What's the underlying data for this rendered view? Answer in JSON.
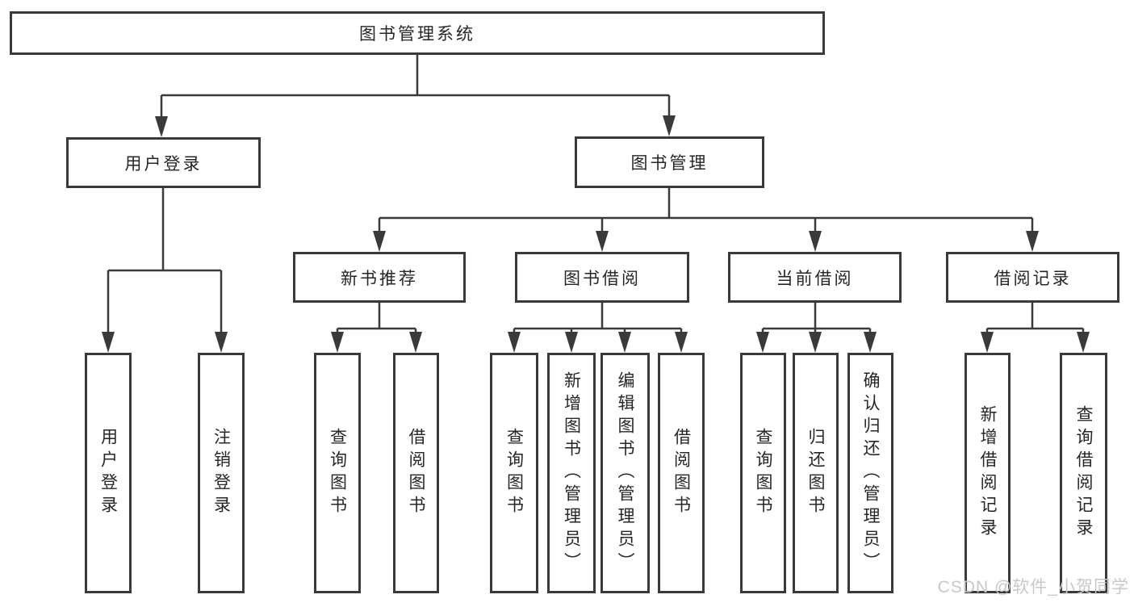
{
  "diagram": {
    "title": "图书管理系统",
    "nodes": {
      "root": {
        "label": "图书管理系统"
      },
      "user_login": {
        "label": "用户登录"
      },
      "book_mgmt": {
        "label": "图书管理"
      },
      "new_book_rec": {
        "label": "新书推荐"
      },
      "book_borrow": {
        "label": "图书借阅"
      },
      "current_borrow": {
        "label": "当前借阅"
      },
      "borrow_records": {
        "label": "借阅记录"
      },
      "leaf_user_login": {
        "label": "用户登录"
      },
      "leaf_logout": {
        "label": "注销登录"
      },
      "leaf_nbr_query_books": {
        "label": "查询图书"
      },
      "leaf_nbr_borrow_books": {
        "label": "借阅图书"
      },
      "leaf_bb_query_books": {
        "label": "查询图书"
      },
      "leaf_bb_add_books_admin": {
        "label": "新增图书（管理员）"
      },
      "leaf_bb_edit_books_admin": {
        "label": "编辑图书（管理员）"
      },
      "leaf_bb_borrow_books": {
        "label": "借阅图书"
      },
      "leaf_cb_query_books": {
        "label": "查询图书"
      },
      "leaf_cb_return_books": {
        "label": "归还图书"
      },
      "leaf_cb_confirm_return_admin": {
        "label": "确认归还（管理员）"
      },
      "leaf_br_add_record": {
        "label": "新增借阅记录"
      },
      "leaf_br_query_record": {
        "label": "查询借阅记录"
      }
    },
    "colors": {
      "line": "#3a3a3a",
      "box_border": "#3a3a3a",
      "text": "#262626",
      "background": "#ffffff",
      "watermark": "#c8c8c8"
    }
  },
  "watermark": {
    "text": "CSDN @软件_小贺同学"
  }
}
